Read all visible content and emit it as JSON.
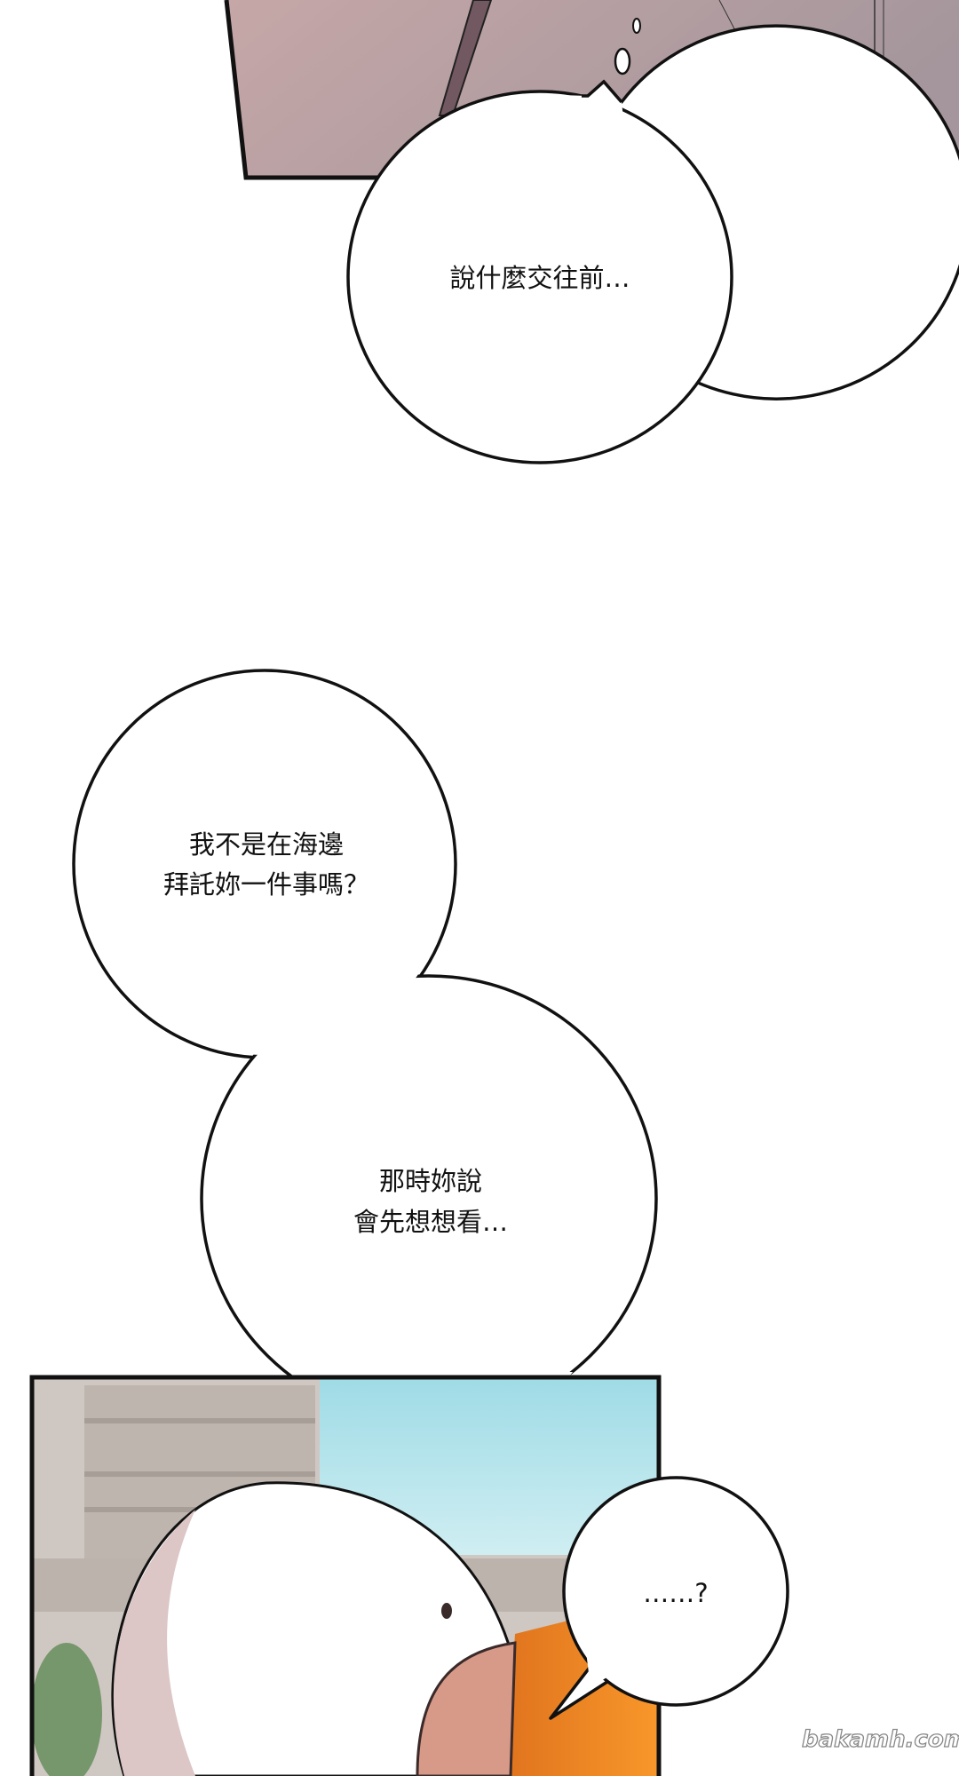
{
  "bubbles": [
    {
      "lines": [
        "說什麼交往前…"
      ]
    },
    {
      "lines": [
        "我不是在海邊",
        "拜託妳一件事嗎？"
      ]
    },
    {
      "lines": [
        "那時妳說",
        "會先想想看…"
      ]
    },
    {
      "lines": [
        "……?"
      ]
    }
  ],
  "watermark": "bakamh.com"
}
